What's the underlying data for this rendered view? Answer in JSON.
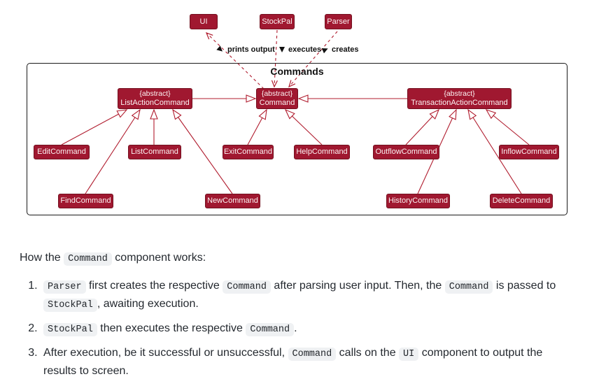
{
  "diagram": {
    "frame_title": "Commands",
    "external": {
      "ui": "UI",
      "stockpal": "StockPal",
      "parser": "Parser"
    },
    "edge_labels": {
      "prints_output": "prints output",
      "executes": "executes",
      "creates": "creates"
    },
    "abstracts": {
      "list_action": {
        "stereotype": "{abstract}",
        "name": "ListActionCommand"
      },
      "command": {
        "stereotype": "{abstract}",
        "name": "Command"
      },
      "transaction_action": {
        "stereotype": "{abstract}",
        "name": "TransactionActionCommand"
      }
    },
    "classes": {
      "edit": "EditCommand",
      "list": "ListCommand",
      "exit": "ExitCommand",
      "help": "HelpCommand",
      "outflow": "OutflowCommand",
      "inflow": "InflowCommand",
      "find": "FindCommand",
      "new": "NewCommand",
      "history": "HistoryCommand",
      "delete": "DeleteCommand"
    },
    "colors": {
      "class_fill": "#a01830",
      "class_border": "#73101f",
      "line": "#b01c2e",
      "frame_border": "#1a1a1a",
      "code_bg": "#eff1f3",
      "text": "#24292f"
    }
  },
  "content": {
    "intro": [
      {
        "text": "How the "
      },
      {
        "code": "Command"
      },
      {
        "text": " component works:"
      }
    ],
    "items": [
      [
        {
          "code": "Parser"
        },
        {
          "text": " first creates the respective "
        },
        {
          "code": "Command"
        },
        {
          "text": " after parsing user input. Then, the "
        },
        {
          "code": "Command"
        },
        {
          "text": " is passed to "
        },
        {
          "code": "StockPal"
        },
        {
          "text": ", awaiting execution."
        }
      ],
      [
        {
          "code": "StockPal"
        },
        {
          "text": " then executes the respective "
        },
        {
          "code": "Command"
        },
        {
          "text": "."
        }
      ],
      [
        {
          "text": "After execution, be it successful or unsuccessful, "
        },
        {
          "code": "Command"
        },
        {
          "text": " calls on the "
        },
        {
          "code": "UI"
        },
        {
          "text": " component to output the results to screen."
        }
      ]
    ]
  }
}
